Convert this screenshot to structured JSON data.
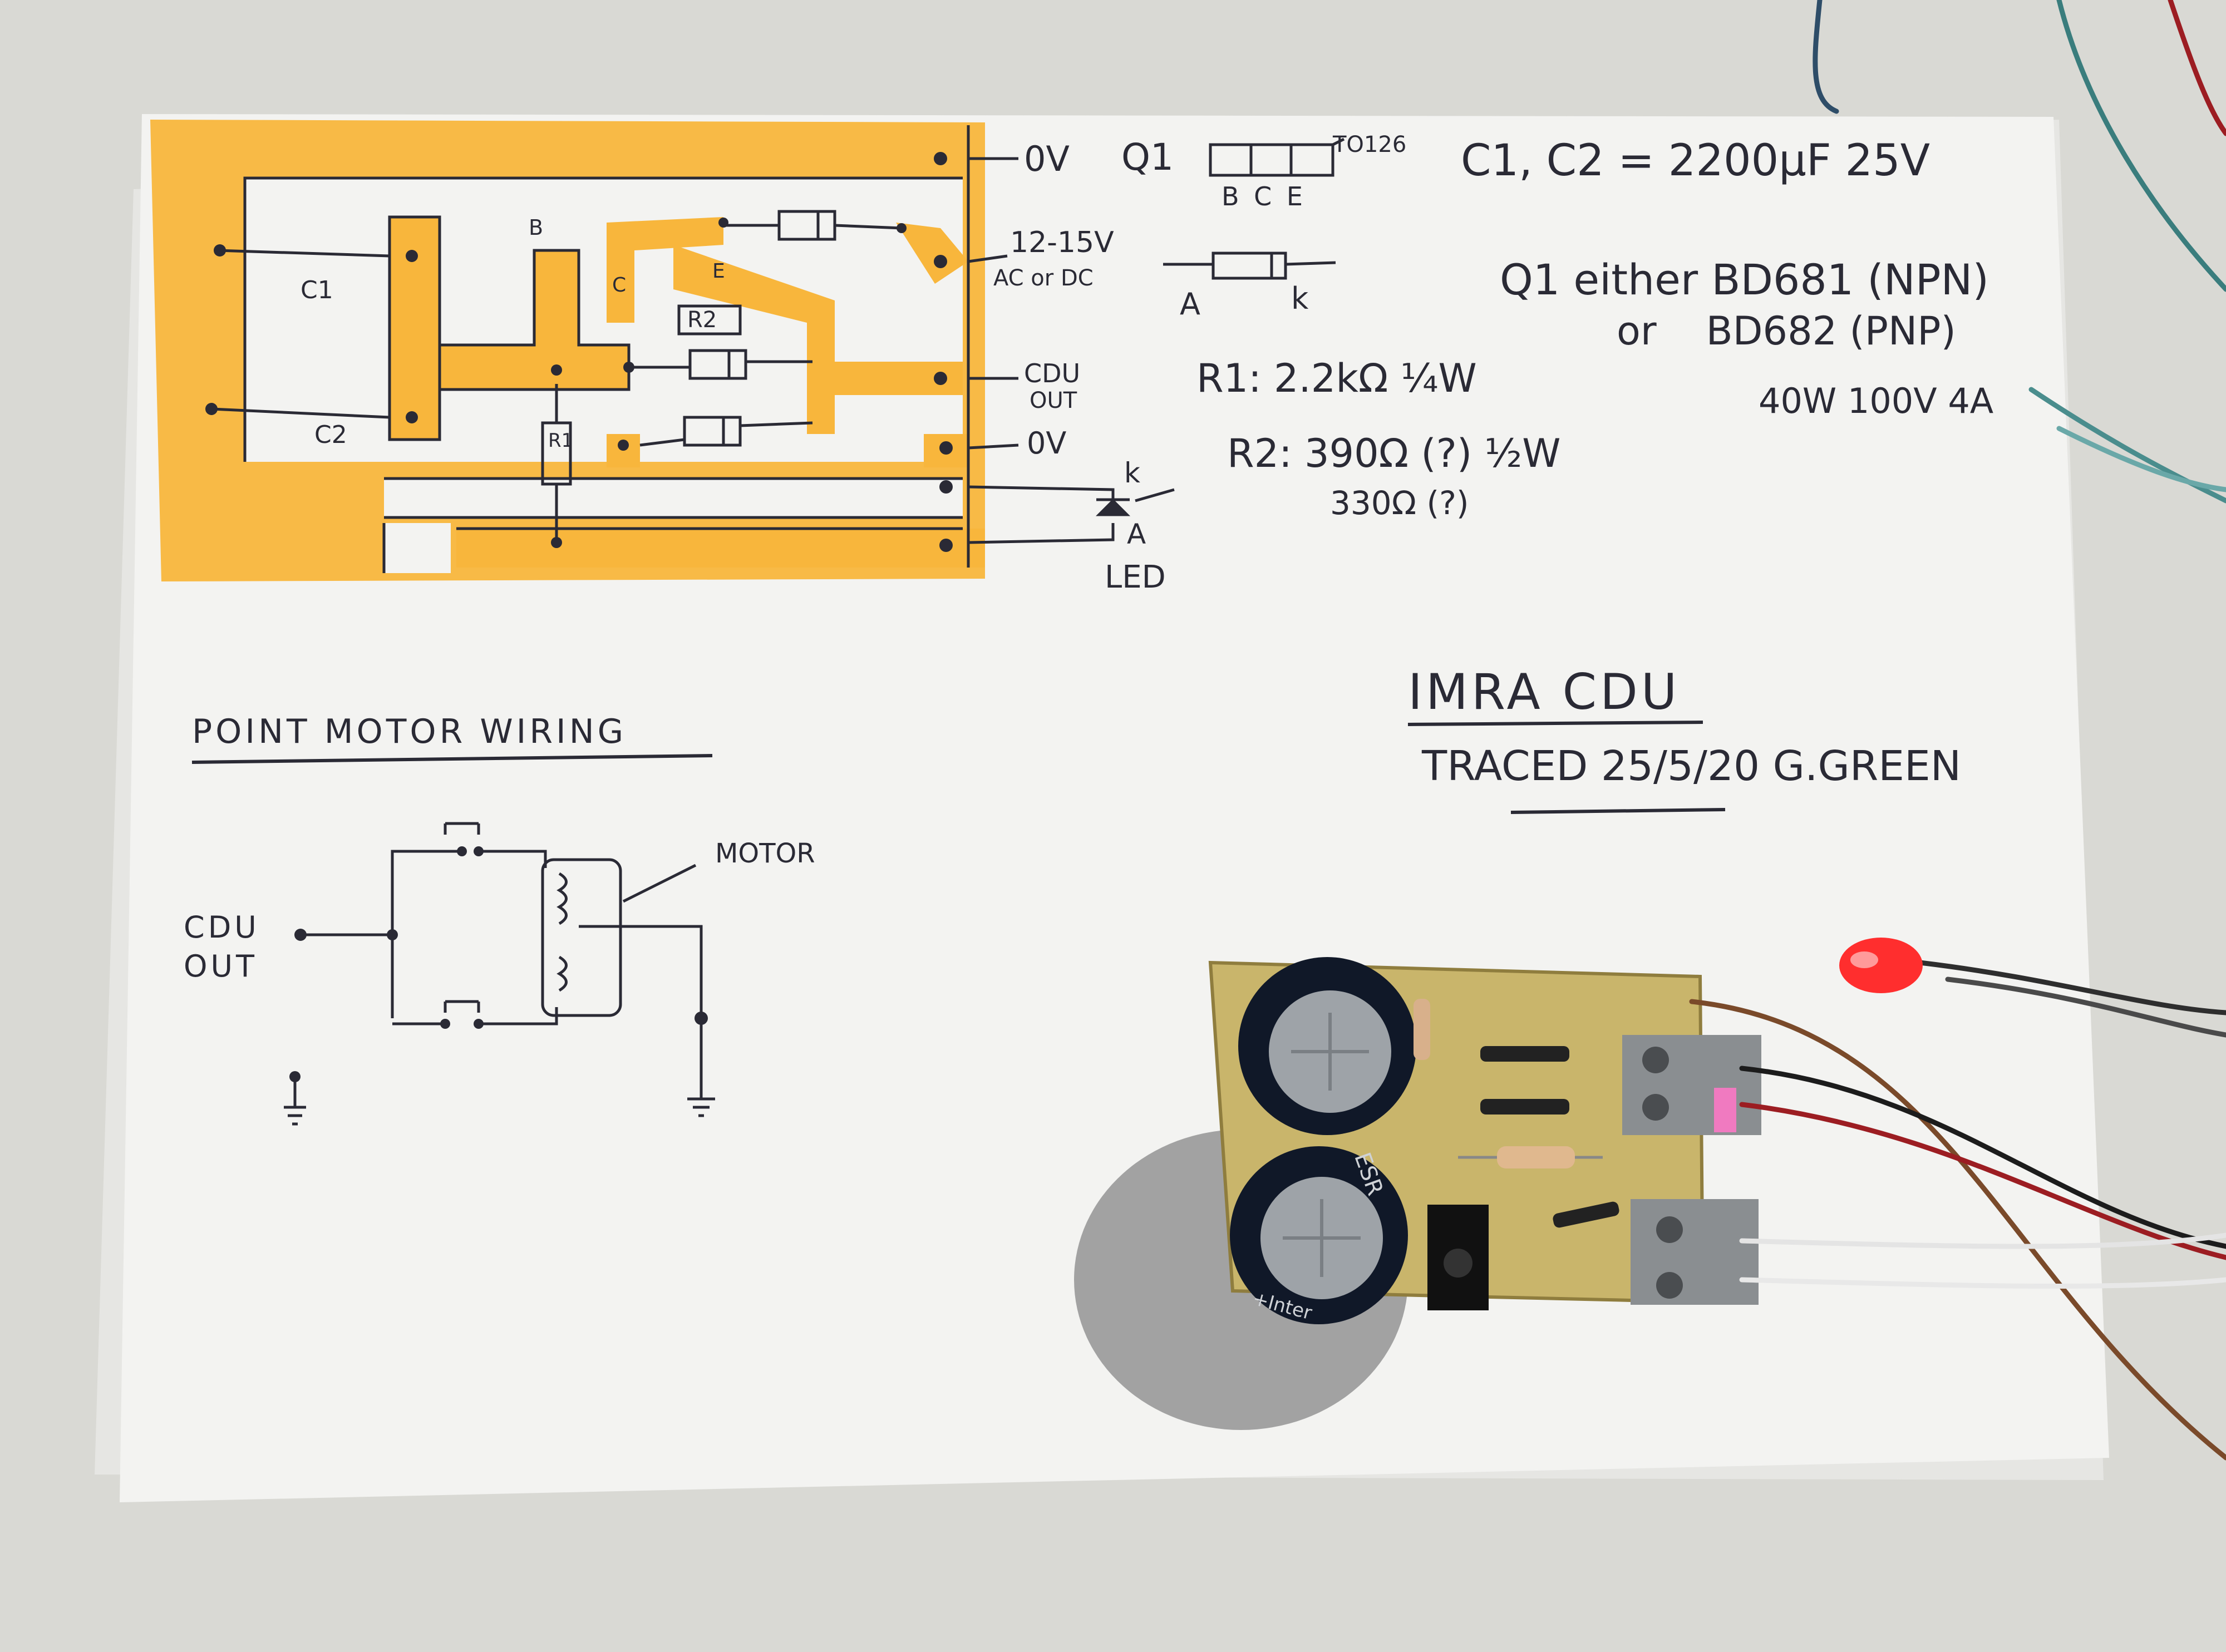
{
  "colors": {
    "background": "#d9d9d4",
    "paper": "#f3f3f1",
    "copper_highlight": "#f8b63c",
    "ink": "#2a2a35",
    "pcb": "#c9b56b",
    "led_red": "#ff2e2e"
  },
  "pcb_layout": {
    "rail_0v_top": "0V",
    "q1_label": "Q1",
    "q1_package": "TO126",
    "q1_pins": "B C E",
    "diode_anode": "A",
    "diode_cathode": "k",
    "supply_label": "12-15V",
    "supply_type": "AC or DC",
    "cdu_out_line1": "CDU",
    "cdu_out_line2": "OUT",
    "rail_0v_lower": "0V",
    "led_cathode": "k",
    "led_anode": "A",
    "led_label": "LED",
    "board_c1": "C1",
    "board_c2": "C2",
    "board_r1": "R1",
    "board_r2": "R2",
    "board_b": "B",
    "board_c": "C",
    "board_e": "E"
  },
  "notes": {
    "capacitors": "C1, C2 = 2200µF 25V",
    "q1_line1": "Q1 either BD681 (NPN)",
    "q1_line2": "or    BD682 (PNP)",
    "q1_rating": "40W 100V 4A",
    "r1": "R1: 2.2kΩ ¼W",
    "r2": "R2: 390Ω (?) ½W",
    "r2_alt": "330Ω (?)"
  },
  "title_block": {
    "title": "IMRA CDU",
    "traced": "TRACED 25/5/20 G.GREEN"
  },
  "motor_wiring": {
    "heading": "POINT MOTOR WIRING",
    "motor_label": "MOTOR",
    "cdu_line1": "CDU",
    "cdu_line2": "OUT"
  },
  "photo_board": {
    "cap_marking_top": "ESR",
    "cap_marking_bottom": "+Inter"
  }
}
